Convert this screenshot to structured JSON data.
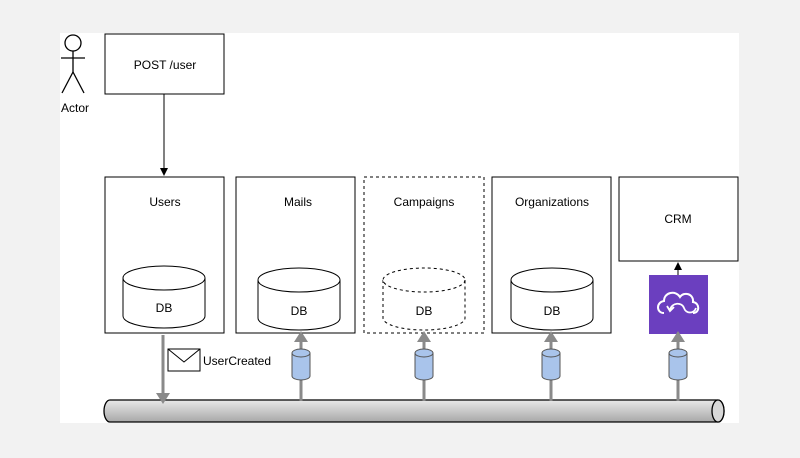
{
  "actor": {
    "label": "Actor"
  },
  "endpoint": {
    "label": "POST /user"
  },
  "services": [
    {
      "name": "Users",
      "db_label": "DB"
    },
    {
      "name": "Mails",
      "db_label": "DB"
    },
    {
      "name": "Campaigns",
      "db_label": "DB"
    },
    {
      "name": "Organizations",
      "db_label": "DB"
    }
  ],
  "crm": {
    "label": "CRM",
    "connector_icon": "cloud-sync-icon",
    "connector_color": "#6B3FBF"
  },
  "message": {
    "label": "UserCreated",
    "icon": "envelope-icon"
  },
  "queue": {
    "icon": "queue-cylinder-icon",
    "fill": "#a9c4eb"
  },
  "bus": {
    "icon": "message-bus-pipe",
    "fill": "#d0d0d0"
  }
}
